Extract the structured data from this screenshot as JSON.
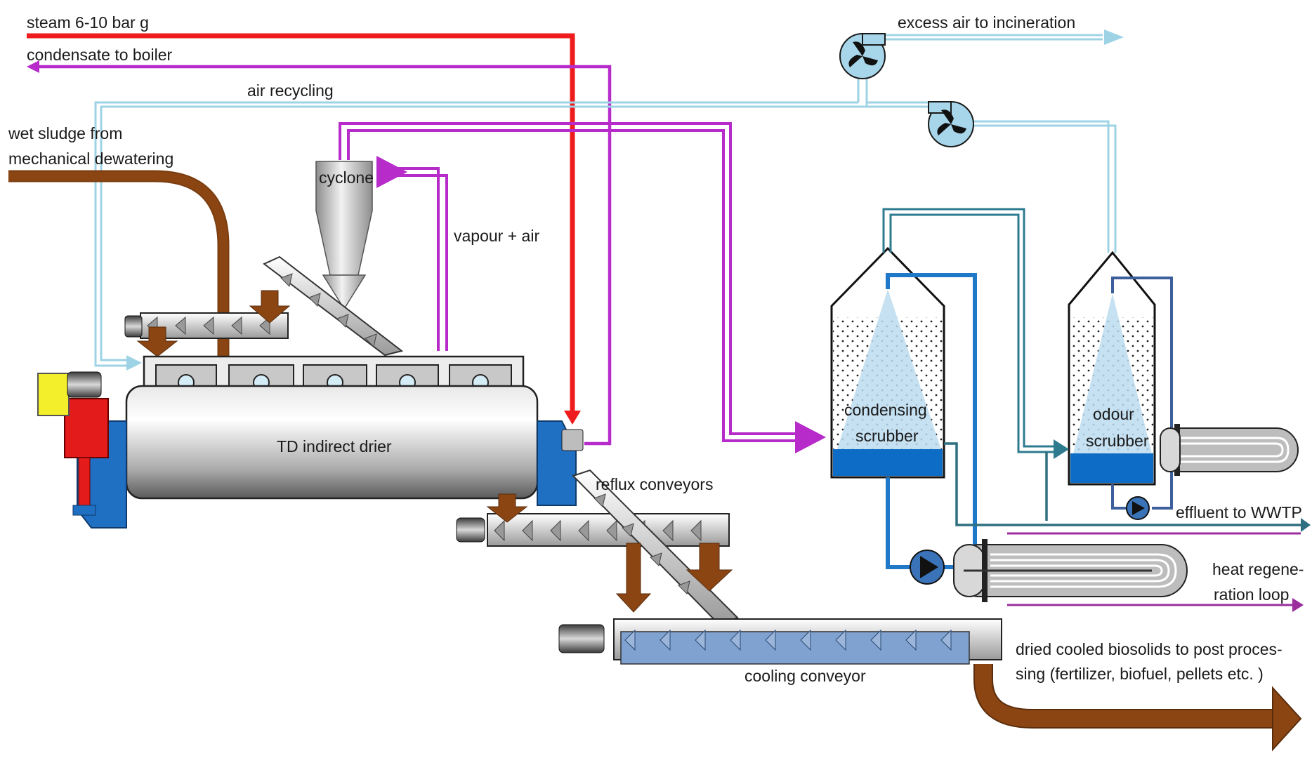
{
  "labels": {
    "steam": "steam 6-10 bar g",
    "condensate": "condensate to boiler",
    "air_recycling": "air recycling",
    "wet_sludge_1": "wet sludge   from",
    "wet_sludge_2": "mechanical   dewatering",
    "cyclone": "cyclone",
    "vapour_air": "vapour + air",
    "excess_air": "excess air to incineration",
    "td_drier": "TD indirect drier",
    "reflux_conveyors": "reflux conveyors",
    "condensing_1": "condensing",
    "condensing_2": "scrubber",
    "odour_1": "odour",
    "odour_2": "scrubber",
    "effluent": "effluent to WWTP",
    "heat_regen_1": "heat regene-",
    "heat_regen_2": "ration loop",
    "dried_1": "dried cooled biosolids to post proces-",
    "dried_2": "sing (fertilizer, biofuel, pellets etc. )",
    "cooling_conveyor": "cooling conveyor"
  },
  "colors": {
    "steam": "#ee1c1c",
    "condensate": "#b62bc9",
    "air": "#9ed3e6",
    "sludge": "#8b4513",
    "water": "#1f78c8",
    "scrubber_water": "#0d6cc6",
    "scrubber_fill": "#bcdcf0",
    "cool_loop": "#2e6f80"
  }
}
